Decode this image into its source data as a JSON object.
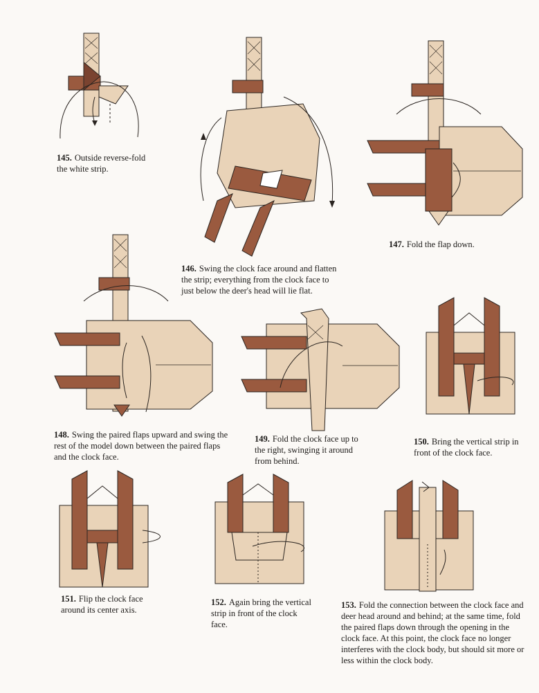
{
  "colors": {
    "paper_light": "#e9d3b8",
    "paper_mid": "#dcc1a0",
    "paper_brown": "#9a5a3f",
    "paper_dark": "#7a4330",
    "line": "#2a2420"
  },
  "steps": [
    {
      "number": "145.",
      "text": "Outside reverse-fold the white strip."
    },
    {
      "number": "146.",
      "text": "Swing the clock face around and flatten the strip; everything from the clock face to just below the deer's head will lie flat."
    },
    {
      "number": "147.",
      "text": "Fold the flap down."
    },
    {
      "number": "148.",
      "text": "Swing the paired flaps upward and swing the rest of the model down between the paired flaps and the clock face."
    },
    {
      "number": "149.",
      "text": "Fold the clock face up to the right, swinging it around from behind."
    },
    {
      "number": "150.",
      "text": "Bring the vertical strip in front of the clock face."
    },
    {
      "number": "151.",
      "text": "Flip the clock face around its center axis."
    },
    {
      "number": "152.",
      "text": "Again bring the vertical strip in front of the clock face."
    },
    {
      "number": "153.",
      "text": "Fold the connection between the clock face and deer head around and behind; at the same time, fold the paired flaps down through the opening in the clock face. At this point, the clock face no longer interferes with the clock body, but should sit more or less within the clock body."
    }
  ]
}
